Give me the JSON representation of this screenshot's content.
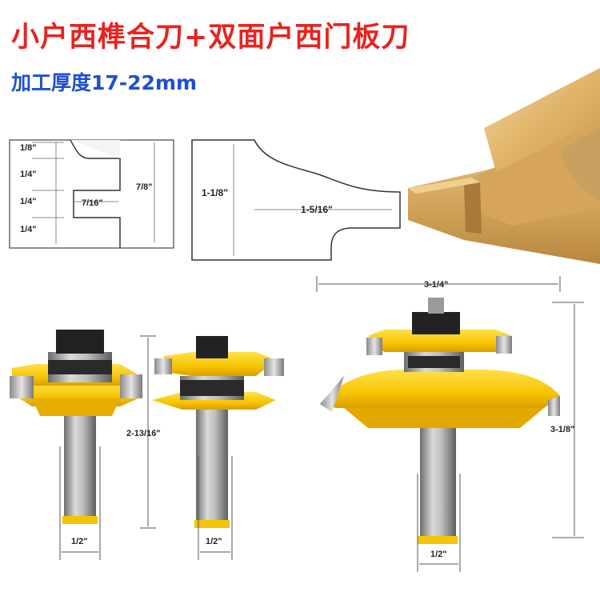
{
  "header": {
    "title": "小户西榫合刀+双面户西门板刀",
    "subtitle": "加工厚度17-22mm"
  },
  "diagrams": {
    "left_profile": {
      "dims": [
        "1/8\"",
        "1/4\"",
        "1/4\"",
        "1/4\"",
        "7/16\"",
        "7/8\""
      ]
    },
    "right_profile": {
      "height": "1-1/8\"",
      "depth": "1-5/16\""
    }
  },
  "bits": {
    "bit1": {
      "shank": "1/2\""
    },
    "bit2": {
      "shank": "1/2\"",
      "height": "2-13/16\""
    },
    "bit3": {
      "shank": "1/2\"",
      "width": "3-1/4\"",
      "height": "3-1/8\""
    }
  }
}
